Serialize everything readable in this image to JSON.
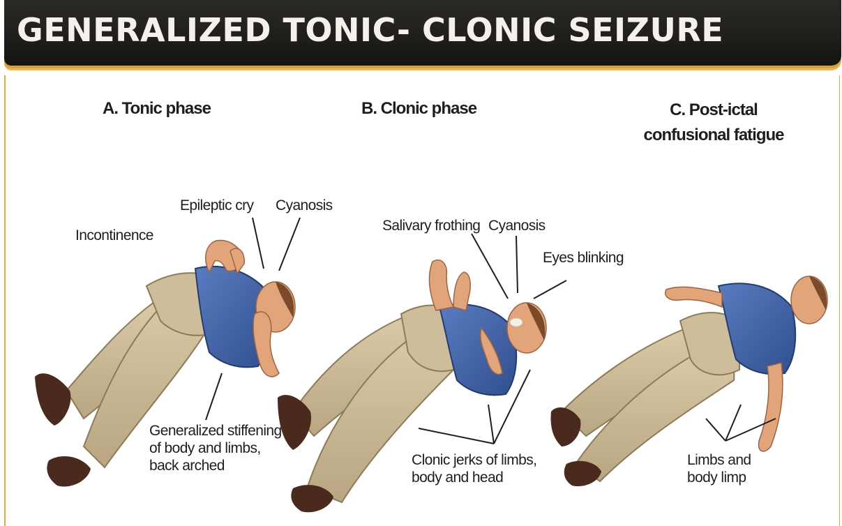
{
  "title": "GENERALIZED TONIC- CLONIC SEIZURE",
  "colors": {
    "banner_background": "#1f1e1b",
    "banner_accent": "#e3a93a",
    "shirt": "#3f62a8",
    "trousers": "#cdbd9a",
    "skin": "#e2a57a",
    "shoes": "#4a2a1c"
  },
  "phases": [
    {
      "heading": "A. Tonic phase",
      "labels": {
        "incontinence": "Incontinence",
        "epileptic_cry": "Epileptic cry",
        "cyanosis": "Cyanosis",
        "stiffening": [
          "Generalized stiffening",
          "of body and limbs,",
          "back arched"
        ]
      }
    },
    {
      "heading": "B. Clonic phase",
      "labels": {
        "salivary_frothing": "Salivary frothing",
        "cyanosis": "Cyanosis",
        "eyes_blinking": "Eyes blinking",
        "clonic_jerks": [
          "Clonic jerks of limbs,",
          "body and head"
        ]
      }
    },
    {
      "heading": [
        "C. Post-ictal",
        "confusional fatigue"
      ],
      "labels": {
        "limbs_limp": [
          "Limbs and",
          "body limp"
        ]
      }
    }
  ]
}
